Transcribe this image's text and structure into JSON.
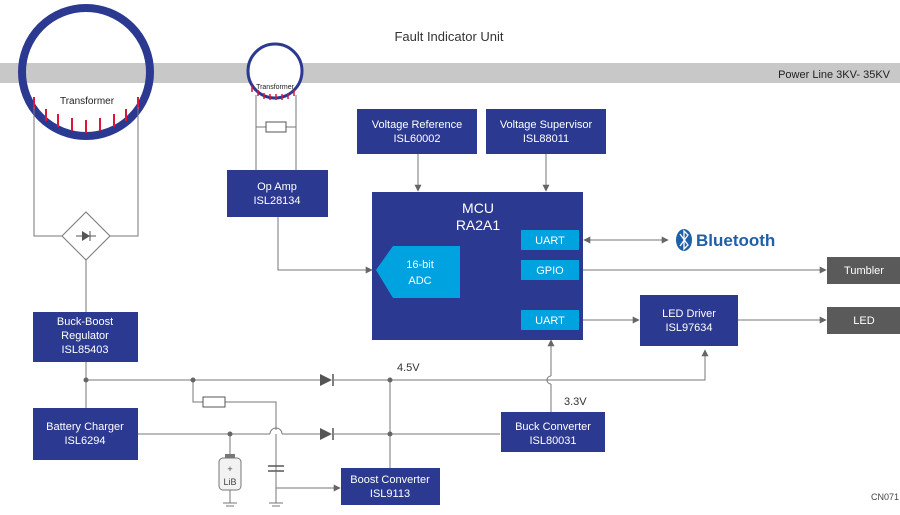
{
  "title": "Fault Indicator Unit",
  "power_line": "Power Line 3KV- 35KV",
  "figure_id": "CN071",
  "transformer_large": "Transformer",
  "transformer_small": "Transformer",
  "blocks": {
    "op_amp": {
      "name": "Op Amp",
      "part": "ISL28134"
    },
    "voltage_reference": {
      "name": "Voltage Reference",
      "part": "ISL60002"
    },
    "voltage_supervisor": {
      "name": "Voltage Supervisor",
      "part": "ISL88011"
    },
    "mcu": {
      "name": "MCU",
      "part": "RA2A1"
    },
    "adc": {
      "line1": "16-bit",
      "line2": "ADC"
    },
    "uart_top": "UART",
    "gpio": "GPIO",
    "uart_bottom": "UART",
    "buck_boost": {
      "line1": "Buck-Boost",
      "line2": "Regulator",
      "part": "ISL85403"
    },
    "battery_charger": {
      "name": "Battery Charger",
      "part": "ISL6294"
    },
    "boost_converter": {
      "name": "Boost Converter",
      "part": "ISL9113"
    },
    "buck_converter": {
      "name": "Buck Converter",
      "part": "ISL80031"
    },
    "led_driver": {
      "name": "LED Driver",
      "part": "ISL97634"
    },
    "tumbler": "Tumbler",
    "led": "LED"
  },
  "bluetooth": "Bluetooth",
  "battery_label": "LiB",
  "voltages": {
    "v45": "4.5V",
    "v33": "3.3V"
  },
  "colors": {
    "block": "#2b3990",
    "port": "#00a3e0",
    "output": "#5a5a5a",
    "transformer_ring": "#2b3990",
    "bus_bar": "#c8c8c8"
  }
}
